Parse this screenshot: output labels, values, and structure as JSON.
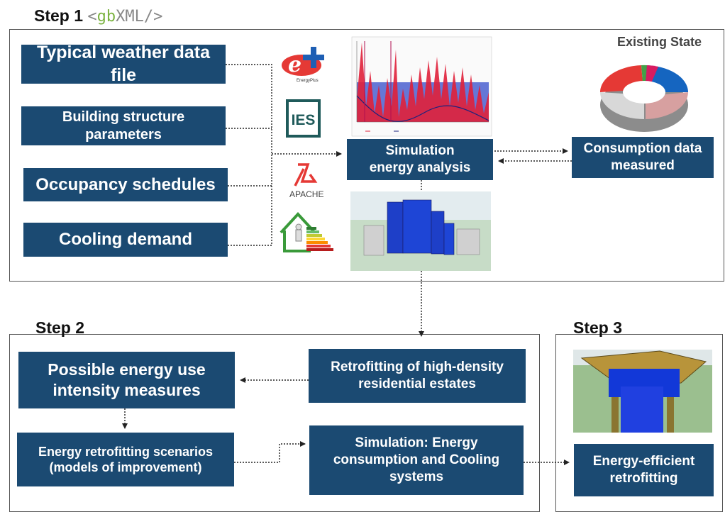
{
  "step1": {
    "label": "Step 1",
    "gbxml": {
      "lt": "<",
      "gb": "gb",
      "rest": "XML/>"
    },
    "inputs": [
      "Typical weather data file",
      "Building structure parameters",
      "Occupancy schedules",
      "Cooling demand"
    ],
    "simulation": [
      "Simulation",
      "energy analysis"
    ],
    "consumption": [
      "Consumption data",
      "measured"
    ],
    "existing_state": "Existing State",
    "software": [
      "EnergyPlus",
      "IES",
      "APACHE",
      "energy-rating"
    ],
    "ies_text": "IES",
    "apache_text": "APACHE"
  },
  "step2": {
    "label": "Step 2",
    "retrofitting": [
      "Retrofitting of high-density",
      "residential estates"
    ],
    "intensity": [
      "Possible energy use",
      "intensity measures"
    ],
    "scenarios": [
      "Energy retrofitting scenarios",
      "(models of improvement)"
    ],
    "simulation": [
      "Simulation: Energy",
      "consumption and Cooling",
      "systems"
    ]
  },
  "step3": {
    "label": "Step 3",
    "result": [
      "Energy-efficient",
      "retrofitting"
    ]
  },
  "colors": {
    "box": "#1b4a72",
    "green": "#7cb342"
  }
}
